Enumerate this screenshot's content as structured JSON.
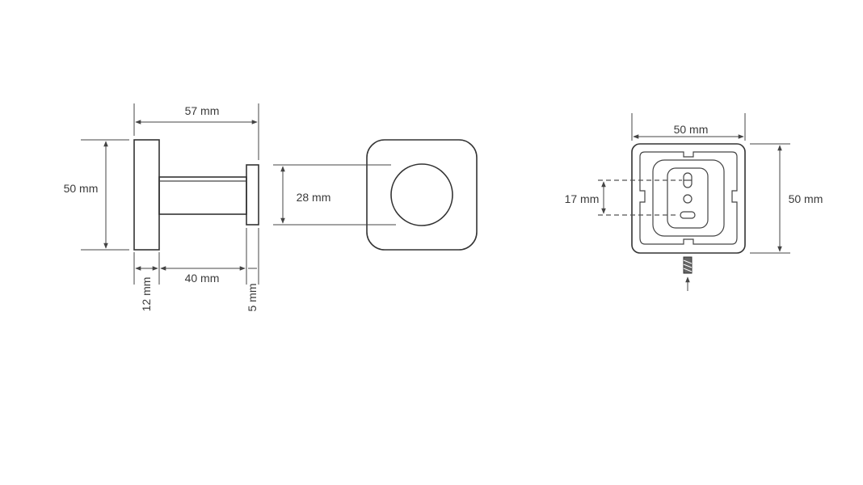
{
  "dimensions": {
    "side_total_width": "57 mm",
    "side_height": "50 mm",
    "side_base_thickness": "12 mm",
    "side_arm_length": "40 mm",
    "side_cap_thickness": "5 mm",
    "cap_diameter": "28 mm",
    "rear_width": "50 mm",
    "rear_height": "50 mm",
    "rear_hole_spacing": "17 mm"
  },
  "colors": {
    "stroke": "#333333",
    "text": "#3a3a3a",
    "background": "#ffffff"
  },
  "icons": {
    "screw": "screw-icon",
    "arrow": "arrow-up-icon"
  }
}
